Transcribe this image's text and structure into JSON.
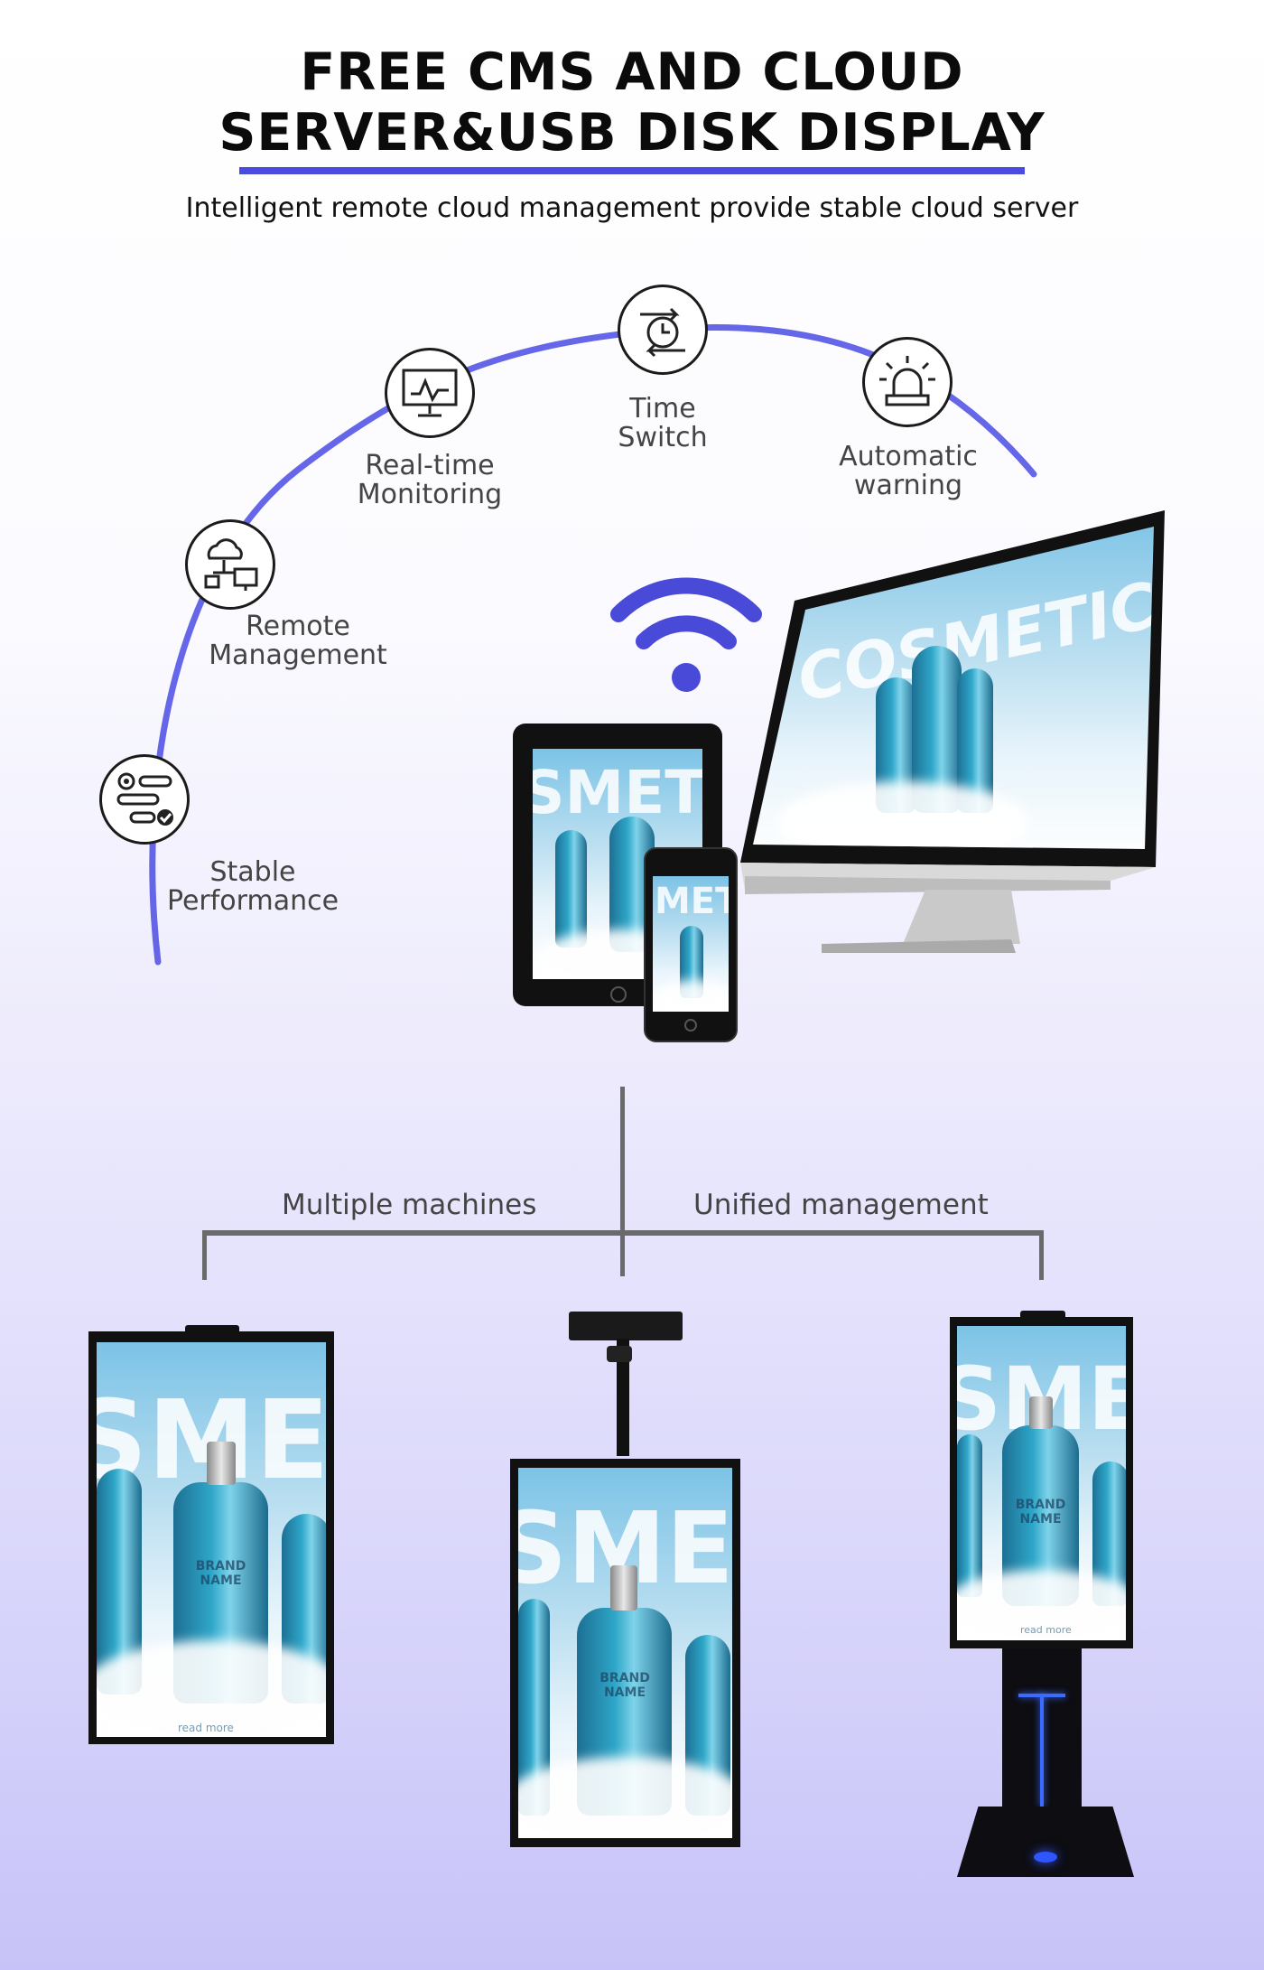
{
  "header": {
    "title_line1": "FREE CMS AND CLOUD",
    "title_line2": "SERVER&USB DISK DISPLAY",
    "subtitle": "Intelligent remote cloud management provide stable cloud server"
  },
  "features": [
    {
      "icon": "settings-flow-icon",
      "line1": "Stable",
      "line2": "Performance"
    },
    {
      "icon": "cloud-network-icon",
      "line1": "Remote",
      "line2": "Management"
    },
    {
      "icon": "monitor-chart-icon",
      "line1": "Real-time",
      "line2": "Monitoring"
    },
    {
      "icon": "clock-switch-icon",
      "line1": "Time",
      "line2": "Switch"
    },
    {
      "icon": "alarm-light-icon",
      "line1": "Automatic",
      "line2": "warning"
    }
  ],
  "devices": {
    "monitor_text": "COSMETICS",
    "tablet_text": "SMET",
    "phone_text": "MET"
  },
  "connector": {
    "left_label": "Multiple machines",
    "right_label": "Unified management"
  },
  "machines": [
    {
      "screen_text": "SMET",
      "brand": "BRAND NAME",
      "footer": "read more"
    },
    {
      "screen_text": "SMET",
      "brand": "BRAND NAME"
    },
    {
      "screen_text": "SMET",
      "brand": "BRAND NAME",
      "footer": "read more"
    }
  ],
  "colors": {
    "accent": "#4b4be0",
    "arc": "#5555e6",
    "wifi": "#4a4ad8"
  }
}
